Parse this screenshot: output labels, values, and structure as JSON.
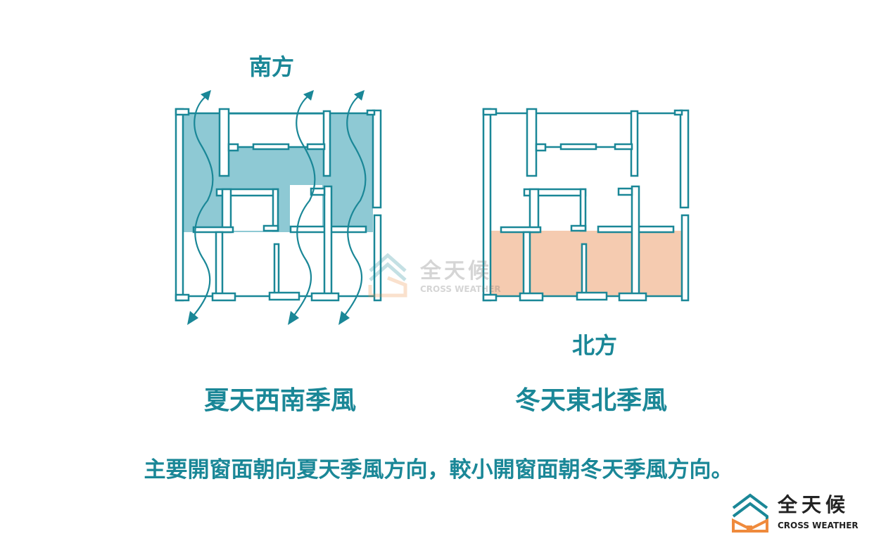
{
  "labels": {
    "south": "南方",
    "north": "北方",
    "summer": "夏天西南季風",
    "winter": "冬天東北季風",
    "caption": "主要開窗面朝向夏天季風方向，較小開窗面朝冬天季風方向。"
  },
  "logo": {
    "name_cn": "全天候",
    "name_en": "CROSS WEATHER"
  },
  "watermark": {
    "name_cn": "全天候",
    "name_en": "CROSS WEATHER"
  },
  "colors": {
    "teal": "#1a8797",
    "summer_fill": "#8ec9d4",
    "winter_fill": "#f5cbb0",
    "logo_orange": "#ef8a3c",
    "logo_teal": "#1a8797"
  }
}
